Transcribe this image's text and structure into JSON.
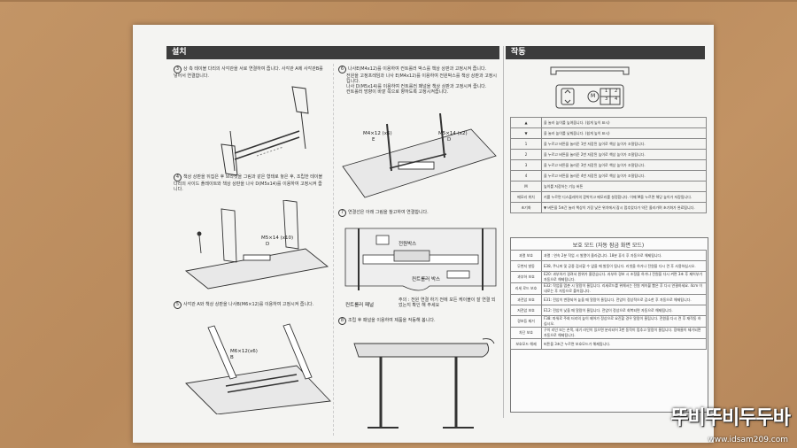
{
  "sections": {
    "install_title": "설치",
    "operation_title": "작동"
  },
  "steps": {
    "s3_num": "3",
    "s3_text": "상 측 테이블 다리의 사각관을 서로 연결하여 줍니다. 사각관 A에 사각관B를 넣어서 연결합니다.",
    "s4_num": "4",
    "s4_text": "책상 상판을 뒤집은 후 브라켓을 그림과 같은 형태로 놓은 후, 조립한 테이블 다리의 사이드 플레이트와 책상 상판을 나사 D(M5x14)를 이용하여 고정시켜 줍니다.",
    "s4_callout": "M5×14 (x10)",
    "s4_letter": "D",
    "s5_num": "5",
    "s5_text": "사각관 A와 책상 상판을 나사B(M6×12)를 이용하여 고정시켜 줍니다.",
    "s5_callout": "M6×12(x6)",
    "s5_letter": "B",
    "s6_num": "6",
    "s6_text": "나사E(M4x12)를 이용하여 컨트롤러 박스를 책상 상판과 고정시켜 줍니다.",
    "s6_bullets": [
      "전원을 고정프레임과 나사 E(M4x12)를 이용하여 전원박스를 책상 상판과 고정시킵니다.",
      "나사 D(M5x14)를 이용하여 컨트롤러 패널을 책상 상판과 고정시켜 줍니다.",
      "컨트롤러 방향이 바깥 쪽으로 향하도록 고정시켜줍니다."
    ],
    "s6_callout_a": "M4×12 (x6)",
    "s6_callout_a_letter": "E",
    "s6_callout_b": "M5×14 (x2)",
    "s6_callout_b_letter": "D",
    "s7_num": "7",
    "s7_text": "연결선은 아래 그림을 참고하여 연결합니다.",
    "s7_label_power": "전원박스",
    "s7_label_controller": "컨트롤러 박스",
    "s7_label_panel": "컨트롤러 패널",
    "s7_note": "주의 : 전원 연결 하기 전에 모든 케이블이 잘 연결 되었는지 확인 해 주세요",
    "s8_num": "8",
    "s8_text": "조립 후 패널을 이용하여 제품을 작동해 봅니다."
  },
  "panel": {
    "btn_1": "1",
    "btn_2": "2",
    "btn_3": "3",
    "btn_4": "4",
    "btn_m": "M"
  },
  "operation_rows": [
    {
      "key": "▲",
      "desc": "을 눌러 높이를 높여줍니다. (쉽게 높이 표시)"
    },
    {
      "key": "▼",
      "desc": "을 눌러 높이를 낮춰줍니다. (쉽게 높이 표시)"
    },
    {
      "key": "1",
      "desc": "을 누르고 버튼을 눌러준 1번 저장된 높이로 책상 높이가 조절됩니다."
    },
    {
      "key": "2",
      "desc": "을 누르고 버튼을 눌러준 2번 저장된 높이로 책상 높이가 조절됩니다."
    },
    {
      "key": "3",
      "desc": "을 누르고 버튼을 눌러준 3번 저장된 높이로 책상 높이가 조절됩니다."
    },
    {
      "key": "4",
      "desc": "을 누르고 버튼을 눌러준 4번 저장된 높이로 책상 높이가 조절됩니다."
    },
    {
      "key": "M",
      "desc": "높이를 저장하는 기능 버튼"
    },
    {
      "key": "메모리 위치",
      "desc": "키를 누르면 디스플레이의 깜박이고 메모리를 설정합니다. 이때 M을 누르면 해당 높이가 저장됩니다."
    },
    {
      "key": "초기화",
      "desc": "▼ 버튼을 5초간 눌러 책상이 가장 낮은 위치에서 잠시 멈추었다가 약간 올라가며 초기화가 완료됩니다."
    }
  ],
  "protection": {
    "title": "보호 모드 (자동 잠금 화면 모드)",
    "rows": [
      {
        "key": "과열 보호",
        "desc": "과열 : 연속 2분 작업 시 발열이 올라갑니다. 18분 휴식 후 자동으로 해제됩니다."
      },
      {
        "key": "무변지 발동",
        "desc": "E38, 쿠니퍼 및 공중 검사할 수 없을 때 발동이 됩니다. 리셋을 하거나 전원을 다시 켠 후 사용하십시오."
      },
      {
        "key": "과부하 보호",
        "desc": "E20: 과부하가 걸려서 원위가 올랐습니다. 과부하 경보 시 조정을 하거나 전원을 다시 켜면 3초 후 제어부가 자동으로 해제됩니다."
      },
      {
        "key": "리세 로드 보호",
        "desc": "E32: 작업을 멈춘 시 알람이 울립니다. 리세로드를 위해서는 전원 케이블 뽑은 후 다시 연결하세요. 4cm 이내로는 후 자동으로 풀어집니다."
      },
      {
        "key": "과전압 보호",
        "desc": "E31: 전압이 변환되어 높을 때 알람이 울립니다. 전압이 정상적으로 감소한 후 자동으로 해제됩니다."
      },
      {
        "key": "저전압 보호",
        "desc": "E12: 전압이 낮을 때 알람이 울립니다. 전압이 정상으로 회복되면 자동으로 해제됩니다."
      },
      {
        "key": "경보등 제거",
        "desc": "F38: 파워로 주회 터리의 높이 제어가 정상으로 요진할 경우 알람이 울립니다. 전원을 다시 켠 후 재작동 하십시오."
      },
      {
        "key": "차단 보호",
        "desc": "구이 리인 또는 손목, 새기 라인이 있으면 분리되어 3번 동작이 멈추고 알람이 울립니다. 장애물이 제거되면 자동으로 해제됩니다."
      },
      {
        "key": "보호모드 해제",
        "desc": "버튼을 3초간 누르면 보호모드가 해제됩니다."
      }
    ]
  },
  "watermark": {
    "logo": "뚜비뚜비두두바",
    "url": "www.idsam209.com"
  }
}
